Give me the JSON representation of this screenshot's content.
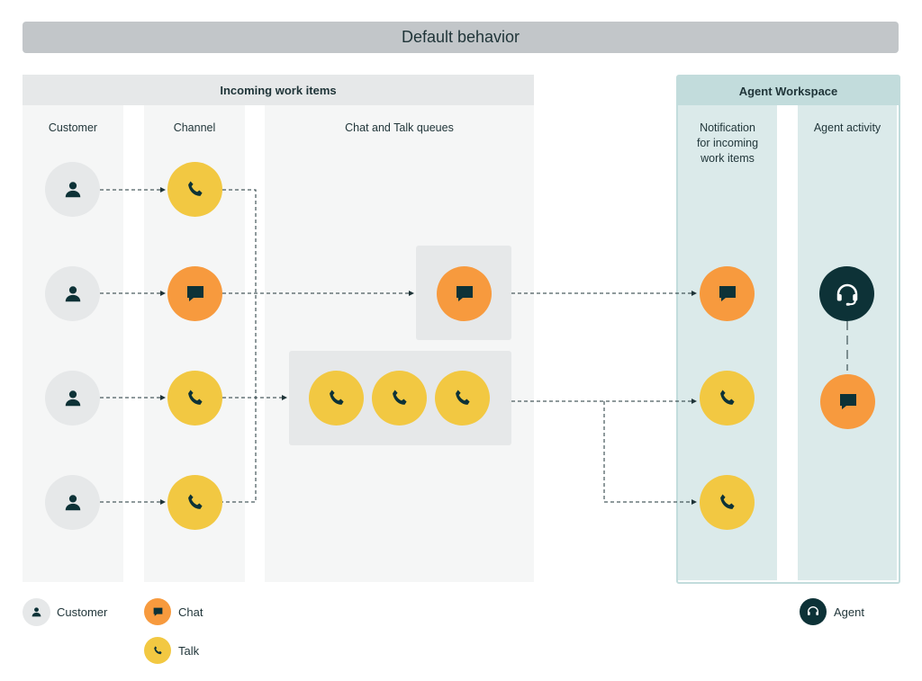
{
  "title": "Default behavior",
  "groups": {
    "incoming": "Incoming work items",
    "workspace": "Agent Workspace"
  },
  "columns": {
    "customer": "Customer",
    "channel": "Channel",
    "queues": "Chat and Talk queues",
    "notification": [
      "Notification",
      "for incoming",
      "work items"
    ],
    "activity": "Agent activity"
  },
  "legend": {
    "customer": "Customer",
    "chat": "Chat",
    "talk": "Talk",
    "agent": "Agent"
  },
  "colors": {
    "talk": "#f2c842",
    "chat": "#f79a3e",
    "customer": "#e6e8e9",
    "agent": "#0d3237",
    "workspace_bg": "#dbeaea",
    "workspace_header": "#c2dcdc"
  },
  "icons": {
    "customer": "person-icon",
    "chat": "speech-bubble-icon",
    "talk": "phone-icon",
    "agent": "headset-icon"
  }
}
